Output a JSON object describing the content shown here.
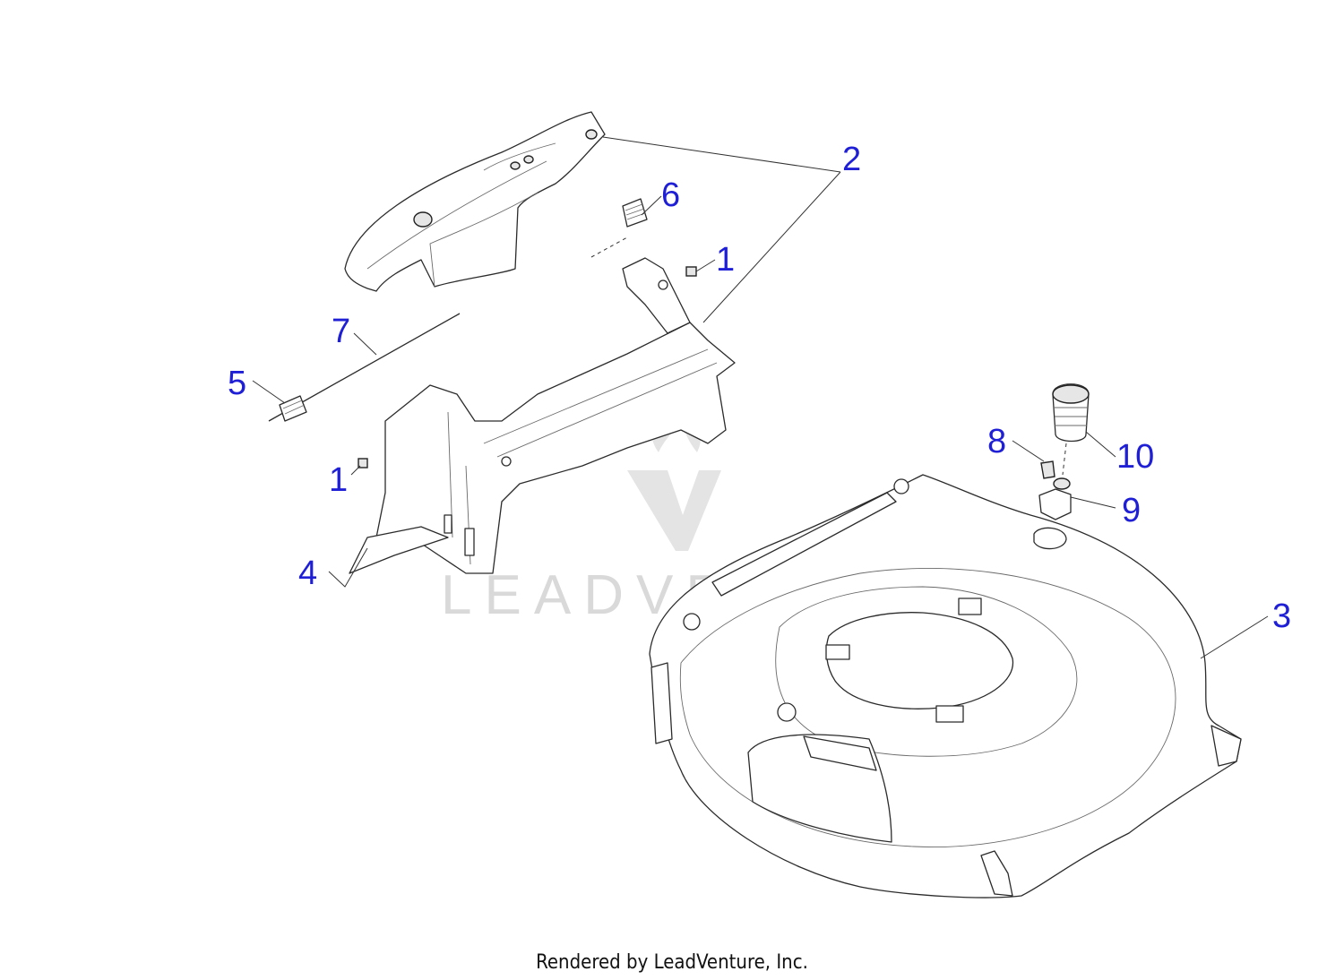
{
  "footer": {
    "credit": "Rendered by LeadVenture, Inc."
  },
  "watermark": {
    "text": "LEADVENTURE"
  },
  "callouts": [
    {
      "id": "c2",
      "label": "2"
    },
    {
      "id": "c6",
      "label": "6"
    },
    {
      "id": "c1a",
      "label": "1"
    },
    {
      "id": "c7",
      "label": "7"
    },
    {
      "id": "c5",
      "label": "5"
    },
    {
      "id": "c1b",
      "label": "1"
    },
    {
      "id": "c4",
      "label": "4"
    },
    {
      "id": "c8",
      "label": "8"
    },
    {
      "id": "c10",
      "label": "10"
    },
    {
      "id": "c9",
      "label": "9"
    },
    {
      "id": "c3",
      "label": "3"
    }
  ],
  "colors": {
    "callout": "#1f1fd6",
    "line": "#2b2b2b",
    "watermark": "#d9d9d9"
  }
}
